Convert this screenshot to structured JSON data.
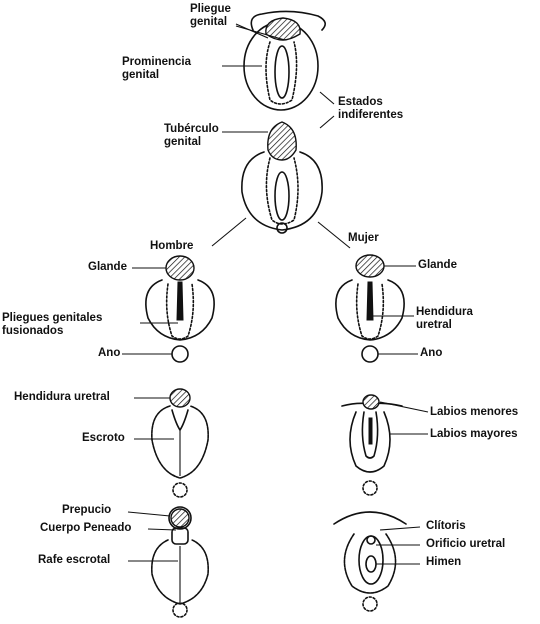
{
  "labels": {
    "pliegue_genital": "Pliegue\ngenital",
    "prominencia_genital": "Prominencia\ngenital",
    "estados_indiferentes": "Estados\nindiferentes",
    "tuberculo_genital": "Tubérculo\ngenital",
    "hombre": "Hombre",
    "mujer": "Mujer",
    "glande_m": "Glande",
    "glande_f": "Glande",
    "pliegues_fusionados": "Pliegues genitales\nfusionados",
    "hendidura_uretral_f": "Hendidura\nuretral",
    "ano_m": "Ano",
    "ano_f": "Ano",
    "hendidura_uretral_m": "Hendidura uretral",
    "escroto": "Escroto",
    "labios_menores": "Labios menores",
    "labios_mayores": "Labios mayores",
    "prepucio": "Prepucio",
    "cuerpo_peneado": "Cuerpo Peneado",
    "rafe_escrotal": "Rafe escrotal",
    "clitoris": "Clítoris",
    "orificio_uretral": "Orificio uretral",
    "himen": "Himen"
  }
}
